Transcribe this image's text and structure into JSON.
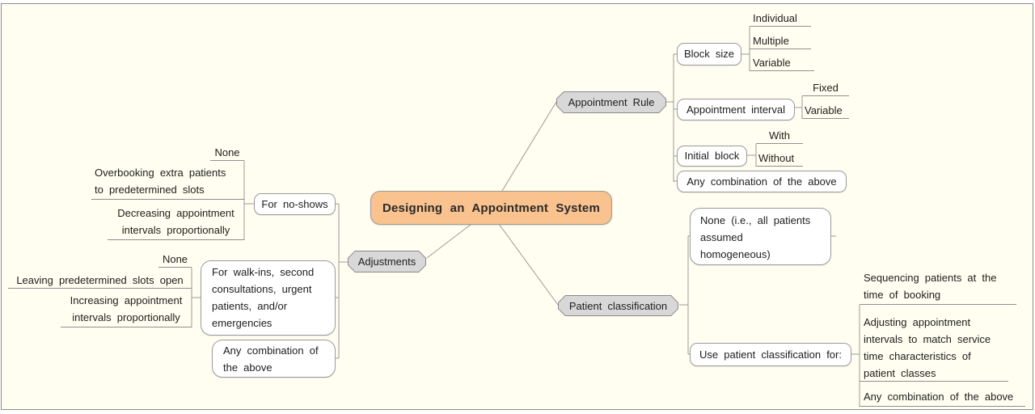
{
  "central": {
    "label": "Designing an Appointment System"
  },
  "appointment_rule": {
    "label": "Appointment Rule",
    "block_size": {
      "label": "Block size",
      "options": [
        "Individual",
        "Multiple",
        "Variable"
      ]
    },
    "appointment_interval": {
      "label": "Appointment interval",
      "options": [
        "Fixed",
        "Variable"
      ]
    },
    "initial_block": {
      "label": "Initial block",
      "options": [
        "With",
        "Without"
      ]
    },
    "any_combination": {
      "label": "Any combination of the above"
    }
  },
  "patient_classification": {
    "label": "Patient classification",
    "none": {
      "label": "None (i.e., all patients\nassumed\nhomogeneous)"
    },
    "use_for": {
      "label": "Use patient classification for:",
      "options": [
        "Sequencing patients at the\ntime of booking",
        "Adjusting appointment\nintervals to match service\ntime characteristics of\npatient classes",
        "Any combination of the above"
      ]
    }
  },
  "adjustments": {
    "label": "Adjustments",
    "no_shows": {
      "label": "For no-shows",
      "options": [
        "None",
        "Overbooking extra patients\nto predetermined slots",
        "Decreasing appointment\nintervals proportionally"
      ]
    },
    "walk_ins": {
      "label": "For walk-ins, second\nconsultations, urgent\npatients, and/or\nemergencies",
      "options": [
        "None",
        "Leaving predetermined slots open",
        "Increasing appointment\nintervals proportionally"
      ]
    },
    "any_combination": {
      "label": "Any combination of\nthe above"
    }
  },
  "colors": {
    "background": "#fffef0",
    "central_fill": "#f9c28e",
    "branch_fill": "#d8d8d8",
    "connector": "#9b9b9b"
  }
}
